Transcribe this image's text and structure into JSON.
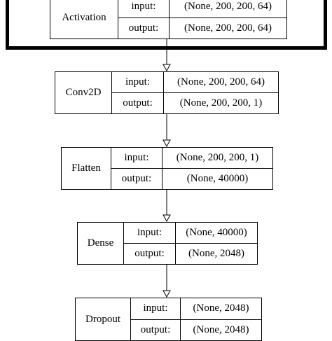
{
  "layers": [
    {
      "name": "Activation",
      "input_label": "input:",
      "output_label": "output:",
      "input_shape": "(None, 200, 200, 64)",
      "output_shape": "(None, 200, 200, 64)"
    },
    {
      "name": "Conv2D",
      "input_label": "input:",
      "output_label": "output:",
      "input_shape": "(None, 200, 200, 64)",
      "output_shape": "(None, 200, 200, 1)"
    },
    {
      "name": "Flatten",
      "input_label": "input:",
      "output_label": "output:",
      "input_shape": "(None, 200, 200, 1)",
      "output_shape": "(None, 40000)"
    },
    {
      "name": "Dense",
      "input_label": "input:",
      "output_label": "output:",
      "input_shape": "(None, 40000)",
      "output_shape": "(None, 2048)"
    },
    {
      "name": "Dropout",
      "input_label": "input:",
      "output_label": "output:",
      "input_shape": "(None, 2048)",
      "output_shape": "(None, 2048)"
    }
  ],
  "colors": {
    "line": "#000000",
    "background": "#ffffff"
  }
}
